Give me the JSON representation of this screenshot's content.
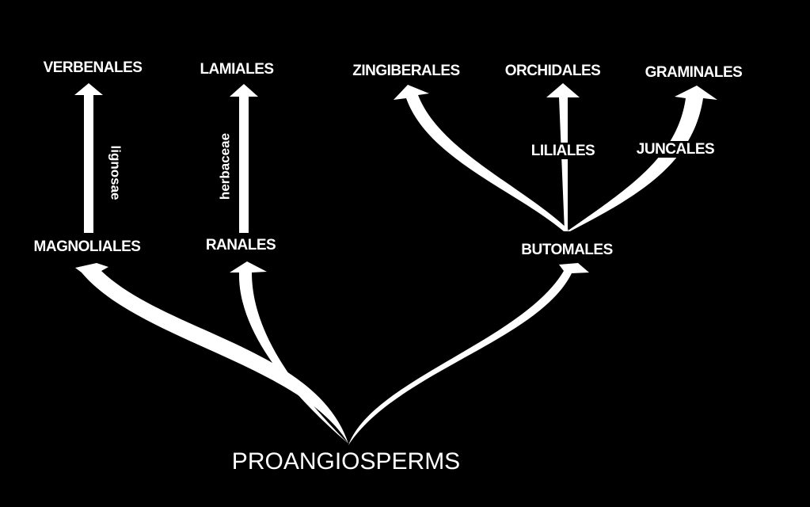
{
  "diagram": {
    "colors": {
      "background": "#000000",
      "foreground": "#ffffff"
    },
    "nodes": {
      "verbenales": "VERBENALES",
      "lamiales": "LAMIALES",
      "zingiberales": "ZINGIBERALES",
      "orchidales": "ORCHIDALES",
      "graminales": "GRAMINALES",
      "liliales": "LILIALES",
      "juncales": "JUNCALES",
      "magnoliales": "MAGNOLIALES",
      "ranales": "RANALES",
      "butomales": "BUTOMALES",
      "proangiosperms": "PROANGIOSPERMS"
    },
    "branch_labels": {
      "lignosae": "lignosae",
      "herbaceae": "herbaceae"
    },
    "edges": [
      {
        "from": "proangiosperms",
        "to": "magnoliales"
      },
      {
        "from": "proangiosperms",
        "to": "ranales"
      },
      {
        "from": "proangiosperms",
        "to": "butomales"
      },
      {
        "from": "magnoliales",
        "to": "verbenales",
        "label": "lignosae"
      },
      {
        "from": "ranales",
        "to": "lamiales",
        "label": "herbaceae"
      },
      {
        "from": "butomales",
        "to": "zingiberales"
      },
      {
        "from": "butomales",
        "to": "orchidales",
        "via": "liliales"
      },
      {
        "from": "butomales",
        "to": "graminales",
        "via": "juncales"
      }
    ]
  }
}
